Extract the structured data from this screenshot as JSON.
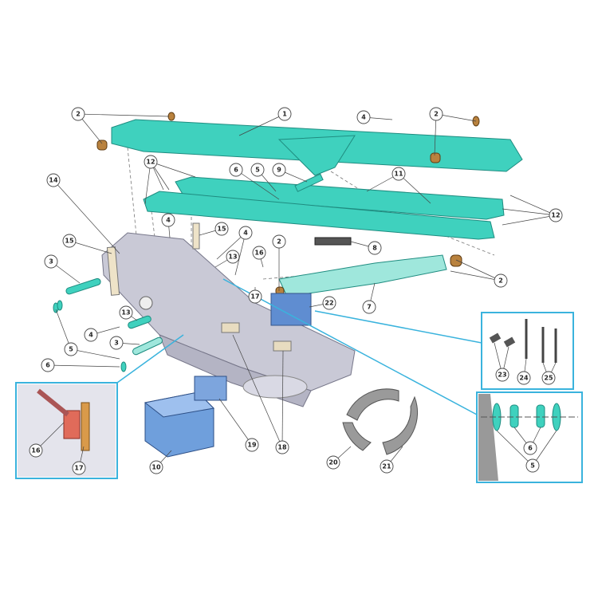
{
  "diagram": {
    "callouts": [
      "1",
      "2",
      "2",
      "2",
      "2",
      "3",
      "3",
      "4",
      "4",
      "4",
      "4",
      "5",
      "5",
      "5",
      "6",
      "6",
      "6",
      "7",
      "8",
      "9",
      "10",
      "11",
      "12",
      "12",
      "13",
      "13",
      "14",
      "15",
      "15",
      "16",
      "16",
      "17",
      "17",
      "18",
      "19",
      "20",
      "21",
      "22",
      "23",
      "24",
      "25"
    ],
    "colors": {
      "arm": "#3fd1be",
      "frame": "#c9c9d6",
      "bushing": "#b9823e",
      "inset_border": "#3ab3dd",
      "box": "#6f9fdc",
      "bracket": "#e06b5a"
    }
  }
}
